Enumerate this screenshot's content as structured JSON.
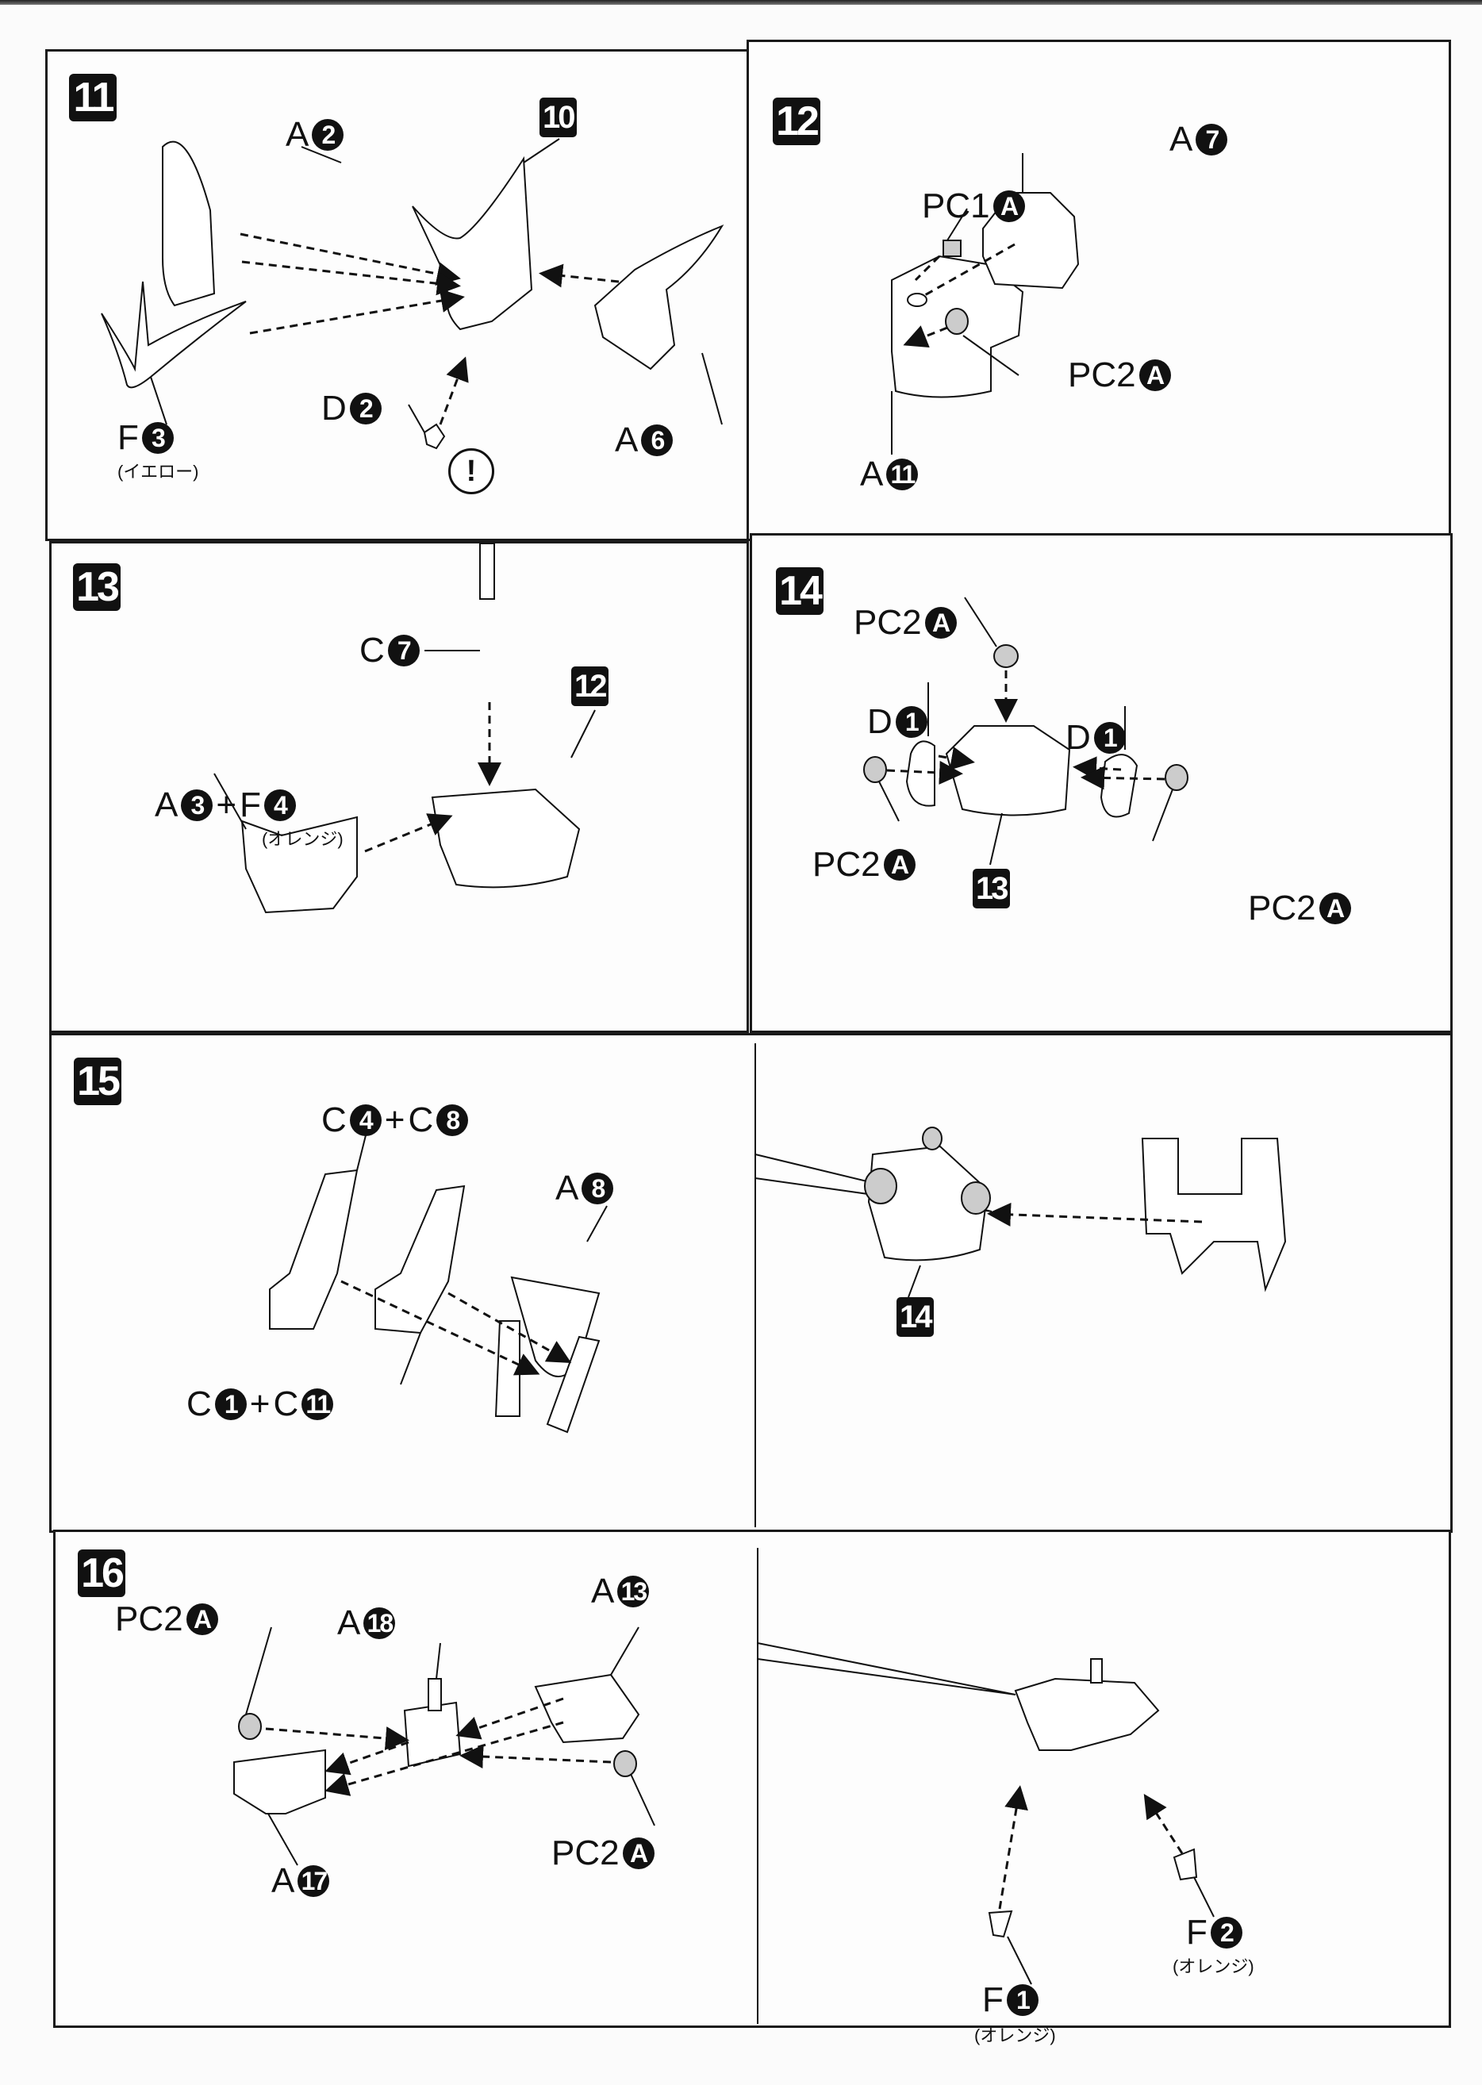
{
  "steps": [
    {
      "number": "11",
      "callouts": [
        {
          "letter": "A",
          "num": "2"
        },
        {
          "letter": "F",
          "num": "3",
          "note": "(イエロー)"
        },
        {
          "letter": "D",
          "num": "2"
        },
        {
          "letter": "A",
          "num": "6"
        }
      ],
      "ref_step": "10",
      "warning": "!"
    },
    {
      "number": "12",
      "callouts": [
        {
          "letter": "A",
          "num": "7"
        },
        {
          "letter": "PC1",
          "num": "A"
        },
        {
          "letter": "PC2",
          "num": "A"
        },
        {
          "letter": "A",
          "num": "11"
        }
      ]
    },
    {
      "number": "13",
      "callouts": [
        {
          "letter": "C",
          "num": "7"
        },
        {
          "letter": "A",
          "num": "3",
          "plus": "+",
          "letter2": "F",
          "num2": "4",
          "note": "(オレンジ)"
        }
      ],
      "ref_step": "12"
    },
    {
      "number": "14",
      "callouts": [
        {
          "letter": "PC2",
          "num": "A"
        },
        {
          "letter": "D",
          "num": "1"
        },
        {
          "letter": "D",
          "num": "1"
        },
        {
          "letter": "PC2",
          "num": "A"
        },
        {
          "letter": "PC2",
          "num": "A"
        }
      ],
      "ref_step": "13"
    },
    {
      "number": "15",
      "callouts": [
        {
          "letter": "C",
          "num": "4",
          "plus": "+",
          "letter2": "C",
          "num2": "8"
        },
        {
          "letter": "A",
          "num": "8"
        },
        {
          "letter": "C",
          "num": "1",
          "plus": "+",
          "letter2": "C",
          "num2": "11"
        }
      ],
      "ref_step": "14"
    },
    {
      "number": "16",
      "callouts": [
        {
          "letter": "PC2",
          "num": "A"
        },
        {
          "letter": "A",
          "num": "18"
        },
        {
          "letter": "A",
          "num": "13"
        },
        {
          "letter": "PC2",
          "num": "A"
        },
        {
          "letter": "A",
          "num": "17"
        },
        {
          "letter": "F",
          "num": "1",
          "note": "(オレンジ)"
        },
        {
          "letter": "F",
          "num": "2",
          "note": "(オレンジ)"
        }
      ]
    }
  ]
}
